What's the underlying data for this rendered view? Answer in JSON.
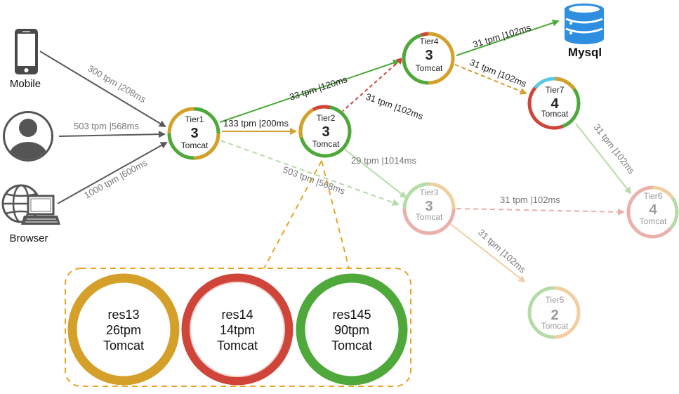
{
  "clients": [
    {
      "id": "mobile",
      "label": "Mobile",
      "icon": "mobile-phone-icon"
    },
    {
      "id": "user",
      "label": "",
      "icon": "user-avatar-icon"
    },
    {
      "id": "browser",
      "label": "Browser",
      "icon": "globe-computer-icon"
    }
  ],
  "tiers": [
    {
      "id": "tier1",
      "name": "Tier1",
      "count": "3",
      "type": "Tomcat",
      "faded": false
    },
    {
      "id": "tier2",
      "name": "Tier2",
      "count": "3",
      "type": "Tomcat",
      "faded": false
    },
    {
      "id": "tier3",
      "name": "Tier3",
      "count": "3",
      "type": "Tomcat",
      "faded": true
    },
    {
      "id": "tier4",
      "name": "Tier4",
      "count": "3",
      "type": "Tomcat",
      "faded": false
    },
    {
      "id": "tier5",
      "name": "Tier5",
      "count": "2",
      "type": "Tomcat",
      "faded": true
    },
    {
      "id": "tier6",
      "name": "Tier6",
      "count": "4",
      "type": "Tomcat",
      "faded": true
    },
    {
      "id": "tier7",
      "name": "Tier7",
      "count": "4",
      "type": "Tomcat",
      "faded": false
    }
  ],
  "database": {
    "label": "Mysql",
    "icon": "database-icon"
  },
  "edges": [
    {
      "id": "mobile-tier1",
      "label": "300 tpm |208ms"
    },
    {
      "id": "user-tier1",
      "label": "503 tpm |568ms"
    },
    {
      "id": "browser-tier1",
      "label": "1000 tpm |600ms"
    },
    {
      "id": "tier1-tier2",
      "label": "133 tpm |200ms"
    },
    {
      "id": "tier1-tier4",
      "label": "33 tpm |120ms"
    },
    {
      "id": "tier1-tier3",
      "label": "503 tpm |568ms"
    },
    {
      "id": "tier2-tier4",
      "label": "31 tpm |102ms"
    },
    {
      "id": "tier2-tier3",
      "label": "29 tpm |1014ms"
    },
    {
      "id": "tier4-mysql",
      "label": "31 tpm |102ms"
    },
    {
      "id": "tier4-tier7",
      "label": "31 tpm |102ms"
    },
    {
      "id": "tier7-tier6",
      "label": "31 tpm |102ms"
    },
    {
      "id": "tier3-tier6",
      "label": "31 tpm |102ms"
    },
    {
      "id": "tier3-tier5",
      "label": "31 tpm |102ms"
    }
  ],
  "detail": {
    "instances": [
      {
        "name": "res13",
        "tpm": "26tpm",
        "type": "Tomcat",
        "color": "#d4a02a"
      },
      {
        "name": "res14",
        "tpm": "14tpm",
        "type": "Tomcat",
        "color": "#d0453a"
      },
      {
        "name": "res145",
        "tpm": "90tpm",
        "type": "Tomcat",
        "color": "#4ea83a"
      }
    ]
  },
  "colors": {
    "green": "#4ea83a",
    "gold": "#d4a02a",
    "red": "#d0453a",
    "gray": "#666666",
    "blue": "#2e8fe0",
    "cyan": "#5ec8e8"
  }
}
